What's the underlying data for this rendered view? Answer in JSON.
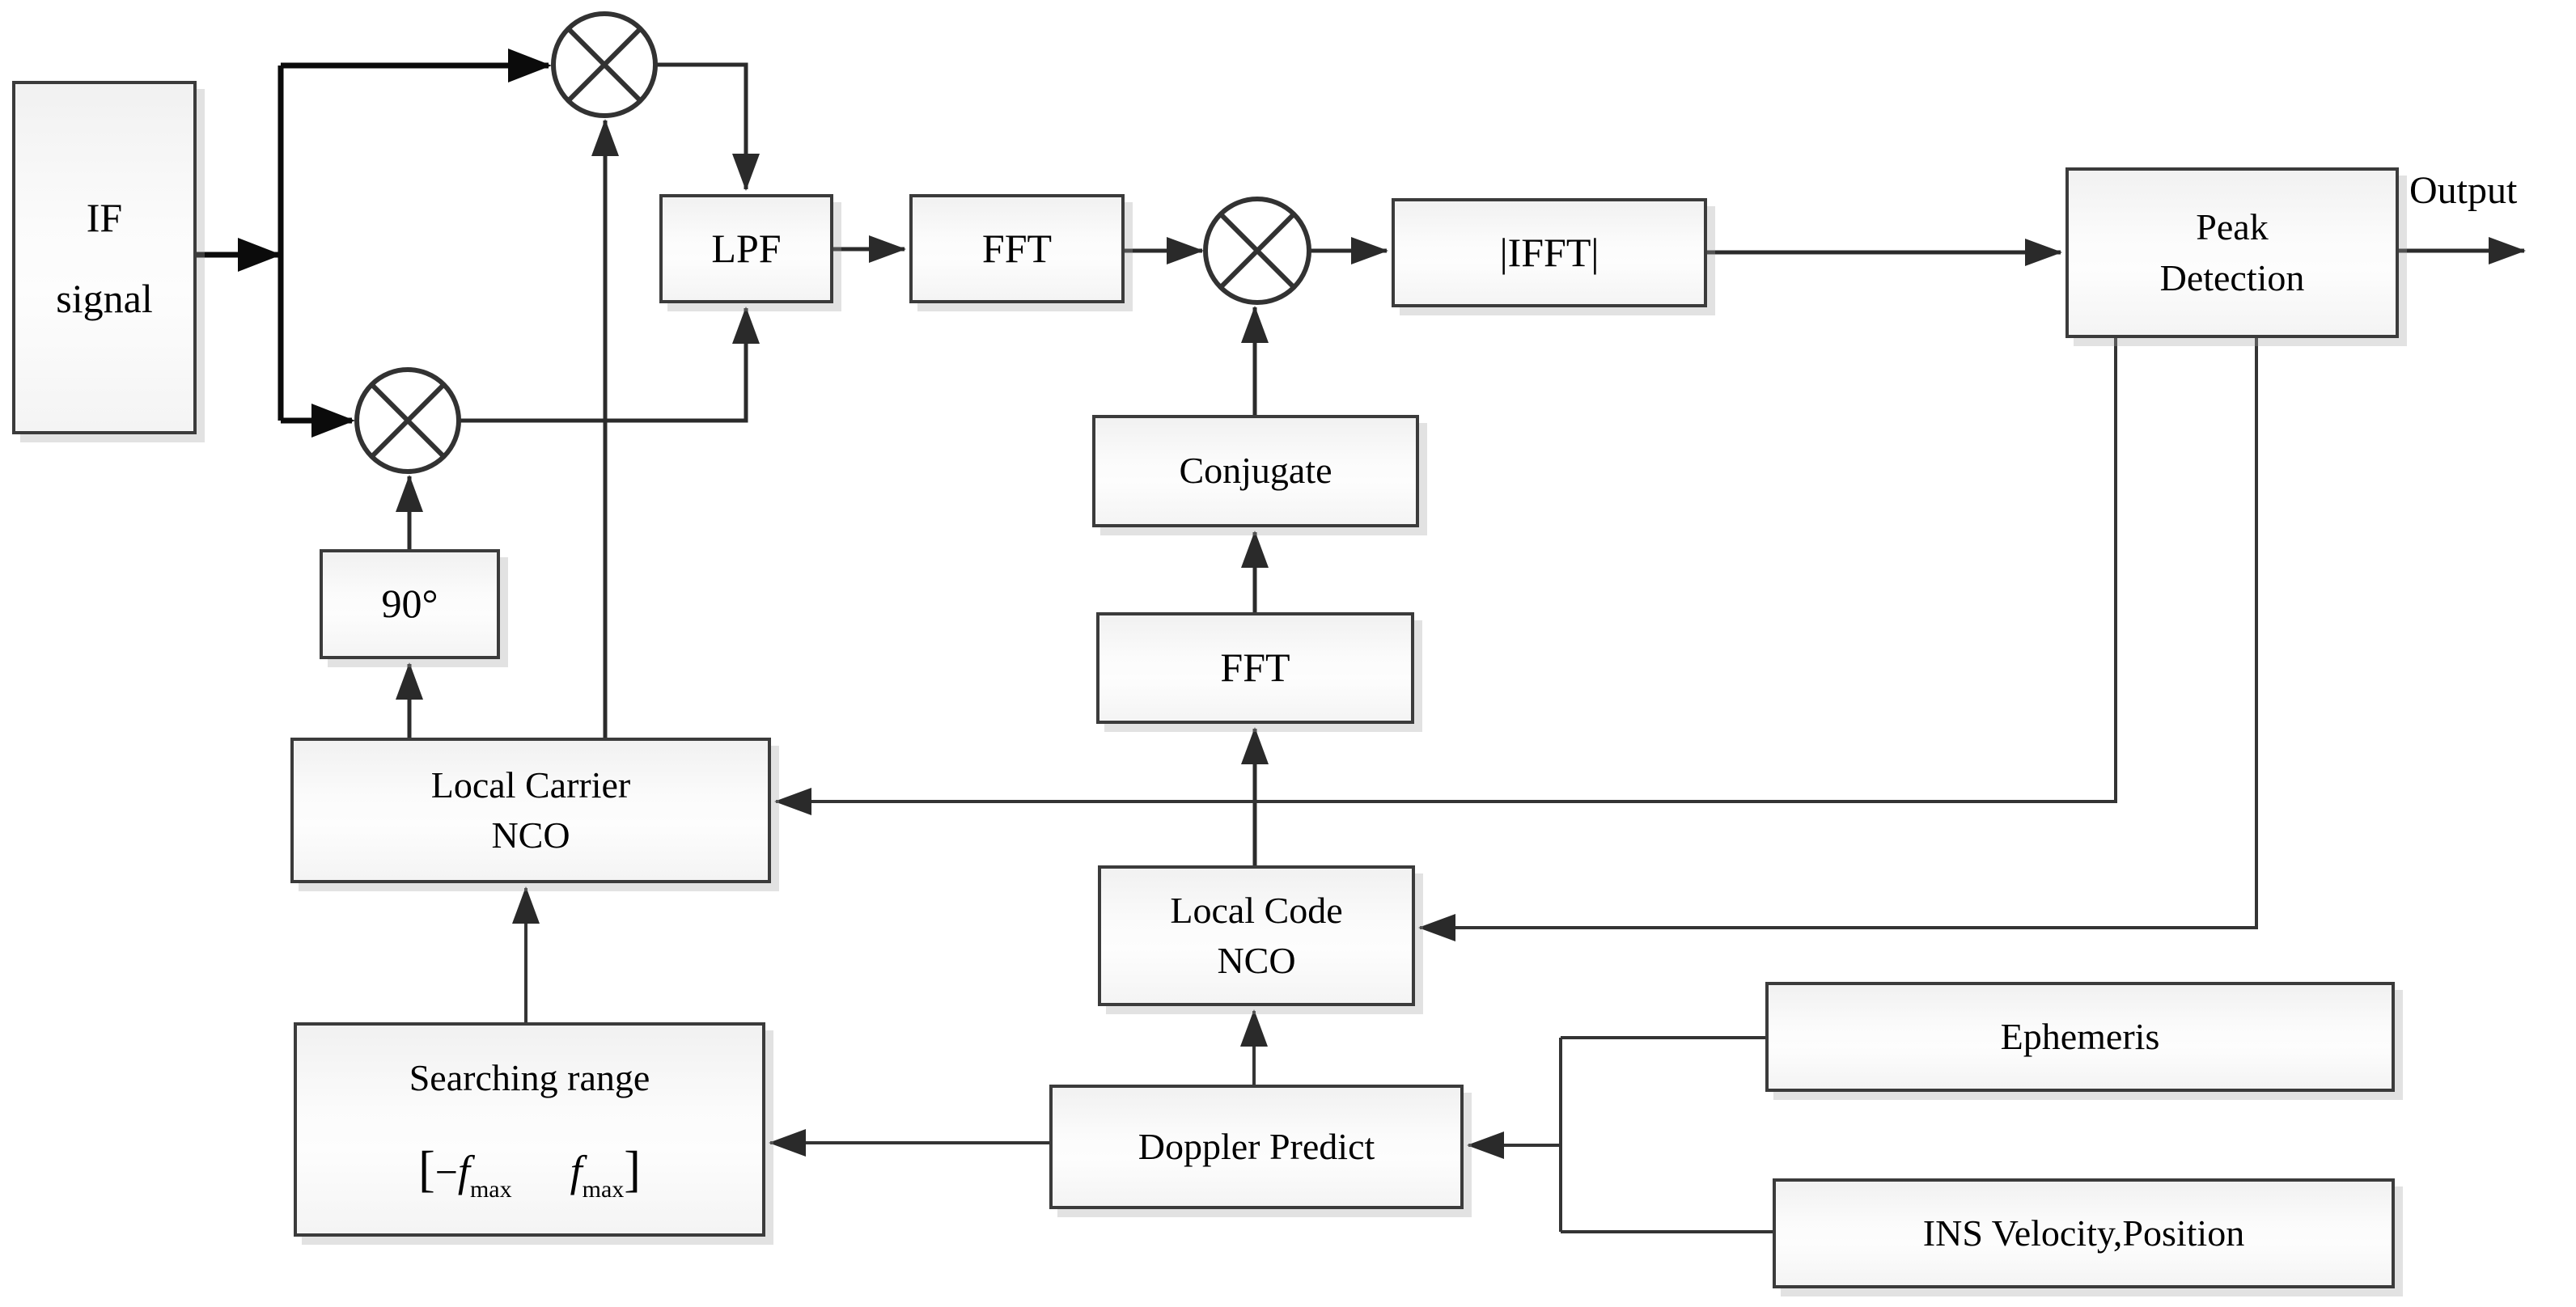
{
  "blocks": {
    "if_signal": {
      "label": "IF\nsignal"
    },
    "lpf": {
      "label": "LPF"
    },
    "fft_carrier": {
      "label": "FFT"
    },
    "ifft": {
      "label": "|IFFT|"
    },
    "peak_detection": {
      "label": "Peak\nDetection"
    },
    "conjugate": {
      "label": "Conjugate"
    },
    "fft_code": {
      "label": "FFT"
    },
    "phase_shift": {
      "label": "90°"
    },
    "local_carrier_nco": {
      "label": "Local Carrier\nNCO"
    },
    "local_code_nco": {
      "label": "Local Code\nNCO"
    },
    "searching_range": {
      "label": "Searching range",
      "formula": {
        "open_bracket": "[",
        "minus": "−",
        "f1": "f",
        "sub1": "max",
        "f2": "f",
        "sub2": "max",
        "close_bracket": "]"
      }
    },
    "doppler_predict": {
      "label": "Doppler Predict"
    },
    "ephemeris": {
      "label": "Ephemeris"
    },
    "ins": {
      "label": "INS Velocity,Position"
    }
  },
  "annotations": {
    "output": "Output"
  },
  "colors": {
    "line": "#2b2b2b",
    "thick_line": "#0b0b0b",
    "control_line": "#343434",
    "box_border": "#3b3b3b",
    "shadow": "#a5a5a5"
  }
}
